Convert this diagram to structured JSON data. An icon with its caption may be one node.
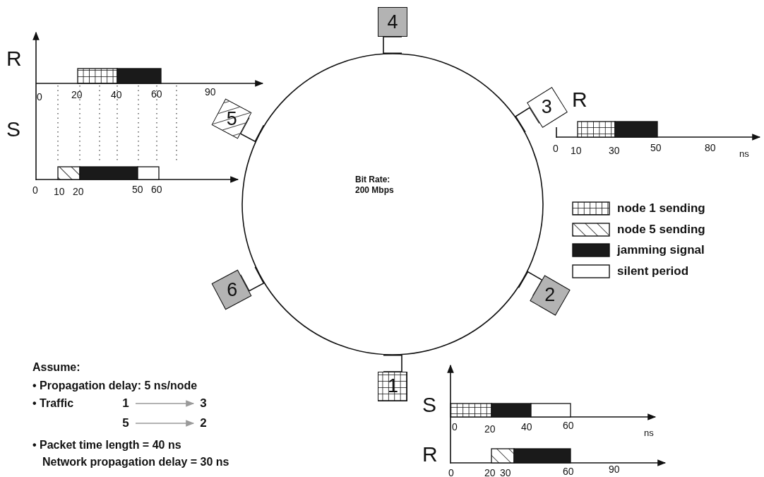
{
  "diagram": {
    "nodes": [
      {
        "text": [
          "Bit Rate: 200 Mbps"
        ]
      },
      {
        "text": [
          "4"
        ]
      },
      {
        "text": [
          "3"
        ]
      },
      {
        "text": [
          "5"
        ]
      },
      {
        "text": [
          "6"
        ]
      },
      {
        "text": [
          "2"
        ]
      },
      {
        "text": [
          "1"
        ]
      },
      {
        "text": [
          "1"
        ]
      },
      {
        "text": [
          "3"
        ]
      },
      {
        "text": [
          "5"
        ]
      },
      {
        "text": [
          "2"
        ]
      }
    ],
    "edges": [
      {
        "from": 1,
        "to": 0,
        "arrow": "none"
      },
      {
        "from": 2,
        "to": 0,
        "arrow": "none"
      },
      {
        "from": 3,
        "to": 0,
        "arrow": "none"
      },
      {
        "from": 4,
        "to": 0,
        "arrow": "none"
      },
      {
        "from": 5,
        "to": 0,
        "arrow": "none"
      },
      {
        "from": 6,
        "to": 0,
        "arrow": "none"
      },
      {
        "from": 7,
        "to": 8,
        "arrow": "to",
        "color": "#9a9a9a"
      },
      {
        "from": 9,
        "to": 10,
        "arrow": "to",
        "color": "#9a9a9a"
      }
    ],
    "labels": [
      "R",
      "0",
      "20",
      "40",
      "60",
      "90",
      "S",
      "0",
      "10",
      "20",
      "50",
      "60",
      "R",
      "0",
      "10",
      "30",
      "50",
      "80",
      "ns",
      "Assume:",
      "• Propagation delay: 5 ns/node",
      "• Traffic",
      "• Packet time length = 40 ns",
      "Network propagation delay = 30 ns",
      "S",
      "0",
      "20",
      "40",
      "60",
      "ns",
      "R",
      "0",
      "20",
      "30",
      "60",
      "90"
    ],
    "legend": [
      {
        "text": "node 1 sending"
      },
      {
        "text": "node 5 sending"
      },
      {
        "text": "jamming signal",
        "color": "#1a1a1a"
      },
      {
        "text": "silent period"
      }
    ]
  }
}
